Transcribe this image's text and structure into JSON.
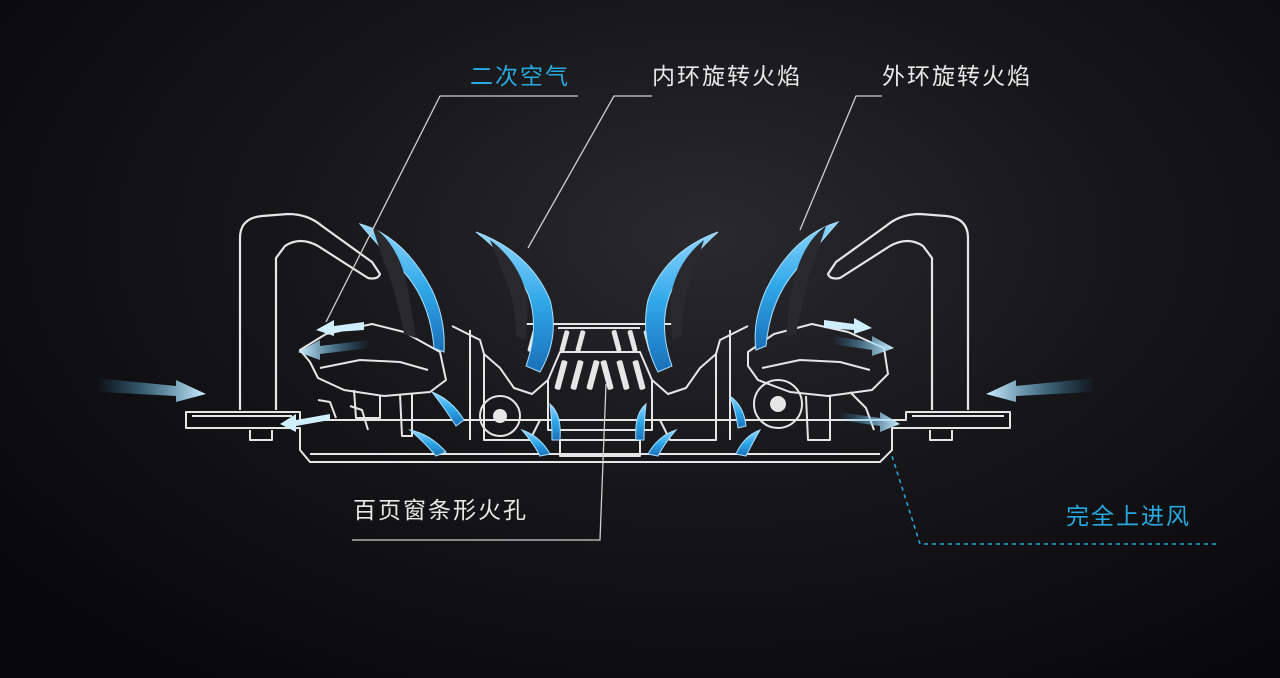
{
  "labels": {
    "secondary_air": "二次空气",
    "inner_ring_flame": "内环旋转火焰",
    "outer_ring_flame": "外环旋转火焰",
    "louver_fire_holes": "百页窗条形火孔",
    "full_upper_intake": "完全上进风"
  },
  "colors": {
    "accent_blue": "#27a9e1",
    "flame_blue": "#2fa8e8",
    "label_white": "#e8e8e8",
    "outline_white": "#e6e6e6",
    "background": "#0b0b0d"
  }
}
